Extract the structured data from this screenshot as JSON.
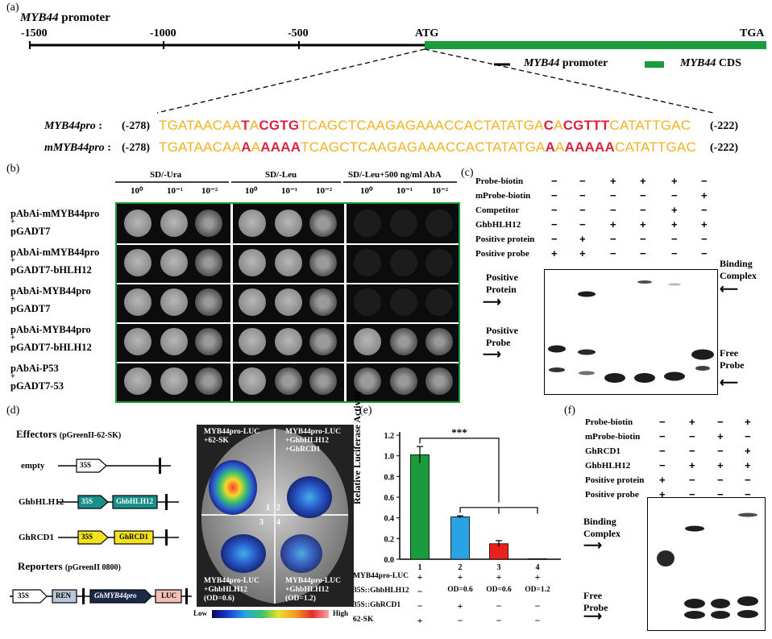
{
  "panel_a": {
    "letter": "(a)",
    "title_gene": "MYB44",
    "title_rest": " promoter",
    "ticks": [
      "-1500",
      "-1000",
      "-500",
      "ATG",
      "TGA"
    ],
    "legend_promoter_gene": "MYB44",
    "legend_promoter_rest": " promoter",
    "legend_cds_gene": "MYB44",
    "legend_cds_rest": " CDS",
    "wt_label": "MYB44pro",
    "mut_label": "mMYB44pro",
    "colon": ":",
    "start": "(-278)",
    "end": "(-222)",
    "wt_seq": [
      {
        "t": "TGATAACAA",
        "c": "y"
      },
      {
        "t": "T",
        "c": "r"
      },
      {
        "t": "A",
        "c": "y"
      },
      {
        "t": "CGTG",
        "c": "r"
      },
      {
        "t": "TCAGCTCAAGAGAAACCACTATATGA",
        "c": "y"
      },
      {
        "t": "C",
        "c": "r"
      },
      {
        "t": "A",
        "c": "y"
      },
      {
        "t": "CGTTT",
        "c": "r"
      },
      {
        "t": "CATATTGAC",
        "c": "y"
      }
    ],
    "mut_seq": [
      {
        "t": "TGATAACAA",
        "c": "y"
      },
      {
        "t": "A",
        "c": "r"
      },
      {
        "t": "A",
        "c": "y"
      },
      {
        "t": "AAAA",
        "c": "r"
      },
      {
        "t": "TCAGCTCAAGAGAAACCACTATATGA",
        "c": "y"
      },
      {
        "t": "A",
        "c": "r"
      },
      {
        "t": "A",
        "c": "y"
      },
      {
        "t": "AAAAA",
        "c": "r"
      },
      {
        "t": "CATATTGAC",
        "c": "y"
      }
    ]
  },
  "panel_b": {
    "letter": "(b)",
    "media": [
      "SD/-Ura",
      "SD/-Leu",
      "SD/-Leu+500 ng/ml AbA"
    ],
    "dilutions": [
      "10⁰",
      "10⁻¹",
      "10⁻²"
    ],
    "rows": [
      {
        "l1": "pAbAi-mMYB44pro",
        "l2": "+",
        "l3": "pGADT7"
      },
      {
        "l1": "pAbAi-mMYB44pro",
        "l2": "+",
        "l3": "pGADT7-bHLH12"
      },
      {
        "l1": "pAbAi-MYB44pro",
        "l2": "+",
        "l3": "pGADT7"
      },
      {
        "l1": "pAbAi-MYB44pro",
        "l2": "+",
        "l3": "pGADT7-bHLH12"
      },
      {
        "l1": "pAbAi-P53",
        "l2": "+",
        "l3": "pGADT7-53"
      }
    ]
  },
  "panel_c": {
    "letter": "(c)",
    "rows": [
      {
        "name": "Probe-biotin",
        "v": [
          "−",
          "−",
          "+",
          "+",
          "+",
          "−"
        ]
      },
      {
        "name": "mProbe-biotin",
        "v": [
          "−",
          "−",
          "−",
          "−",
          "−",
          "+"
        ]
      },
      {
        "name": "Competitor",
        "v": [
          "−",
          "−",
          "−",
          "−",
          "+",
          "−"
        ]
      },
      {
        "name": "GhbHLH12",
        "v": [
          "−",
          "−",
          "+",
          "+",
          "+",
          "+"
        ]
      },
      {
        "name": "Positive protein",
        "v": [
          "−",
          "+",
          "−",
          "−",
          "−",
          "−"
        ]
      },
      {
        "name": "Positive probe",
        "v": [
          "+",
          "+",
          "−",
          "−",
          "−",
          "−"
        ]
      }
    ],
    "left_top_1": "Positive",
    "left_top_2": "Protein",
    "left_bot_1": "Positive",
    "left_bot_2": "Probe",
    "right_top_1": "Binding",
    "right_top_2": "Complex",
    "right_bot_1": "Free",
    "right_bot_2": "Probe"
  },
  "panel_d": {
    "letter": "(d)",
    "effectors": "Effectors",
    "effectors_vec": "(pGreenII-62-SK)",
    "reporters": "Reporters",
    "reporters_vec": "(pGreenII 0800)",
    "constructs": [
      "empty",
      "GhbHLH12",
      "GhRCD1"
    ],
    "box_35s": "35S",
    "box_bhlh": "GhbHLH12",
    "box_rcd": "GhRCD1",
    "box_ren": "REN",
    "box_pro": "GhMYB44pro",
    "box_luc": "LUC",
    "leaf_q1": "MYB44pro-LUC\n+62-SK",
    "leaf_q2": "MYB44pro-LUC\n+GhbHLH12\n+GhRCD1",
    "leaf_q3": "MYB44pro-LUC\n+GhbHLH12\n(OD=0.6)",
    "leaf_q4": "MYB44pro-LUC\n+GhbHLH12\n(OD=1.2)",
    "nums": [
      "1",
      "2",
      "3",
      "4"
    ],
    "scale_low": "Low",
    "scale_high": "High"
  },
  "panel_e": {
    "letter": "(e)",
    "sig": "***",
    "table": [
      {
        "name": "MYB44pro-LUC",
        "v": [
          "+",
          "+",
          "+",
          "+"
        ]
      },
      {
        "name": "35S::GhbHLH12",
        "v": [
          "−",
          "OD=0.6",
          "OD=0.6",
          "OD=1.2"
        ]
      },
      {
        "name": "35S::GhRCD1",
        "v": [
          "−",
          "+",
          "−",
          "−"
        ]
      },
      {
        "name": "62-SK",
        "v": [
          "+",
          "−",
          "−",
          "−"
        ]
      }
    ]
  },
  "chart_data": {
    "type": "bar",
    "categories": [
      "1",
      "2",
      "3",
      "4"
    ],
    "values": [
      1.01,
      0.41,
      0.15,
      0.005
    ],
    "errors": [
      0.08,
      0.01,
      0.03,
      0.0
    ],
    "colors": [
      "#1a9b3c",
      "#29a3e3",
      "#e8221b",
      "#1a9b3c"
    ],
    "ylabel": "Relative Luciferase Activity",
    "ylim": [
      0,
      1.2
    ],
    "yticks": [
      "0.0",
      "0.2",
      "0.4",
      "0.6",
      "0.8",
      "1.0",
      "1.2"
    ]
  },
  "panel_f": {
    "letter": "(f)",
    "rows": [
      {
        "name": "Probe-biotin",
        "v": [
          "−",
          "+",
          "−",
          "+"
        ]
      },
      {
        "name": "mProbe-biotin",
        "v": [
          "−",
          "−",
          "+",
          "−"
        ]
      },
      {
        "name": "GhRCD1",
        "v": [
          "−",
          "−",
          "−",
          "+"
        ]
      },
      {
        "name": "GhbHLH12",
        "v": [
          "−",
          "+",
          "+",
          "+"
        ]
      },
      {
        "name": "Positive protein",
        "v": [
          "+",
          "−",
          "−",
          "−"
        ]
      },
      {
        "name": "Positive probe",
        "v": [
          "+",
          "−",
          "−",
          "−"
        ]
      }
    ],
    "left_top_1": "Binding",
    "left_top_2": "Complex",
    "left_bot_1": "Free",
    "left_bot_2": "Probe"
  },
  "colors": {
    "cds": "#1a9b3c",
    "seq_y": "#f0b323",
    "seq_r": "#d7263d",
    "plate_border": "#1a9b3c"
  }
}
